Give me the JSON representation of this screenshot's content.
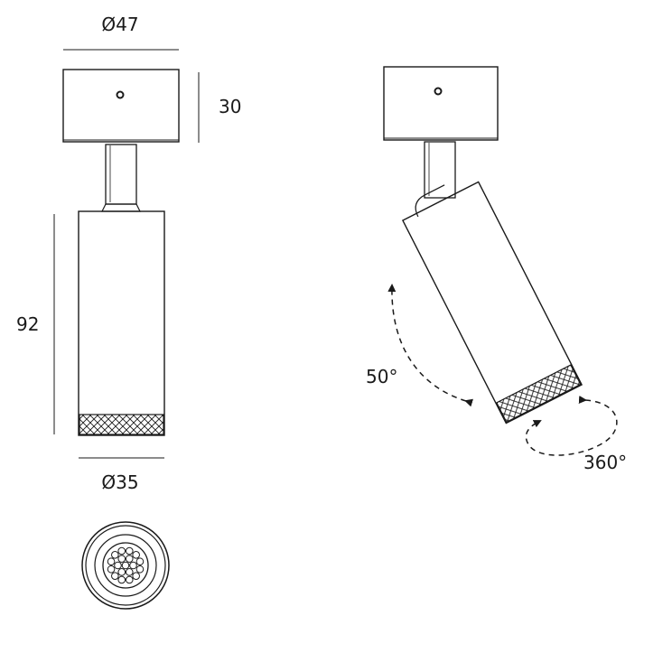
{
  "dimensions": {
    "top_diameter": "Ø47",
    "base_height": "30",
    "body_height": "92",
    "bottom_diameter": "Ø35"
  },
  "adjustments": {
    "tilt": "50°",
    "rotation": "360°"
  },
  "colors": {
    "line": "#1a1a1a",
    "background": "#ffffff"
  }
}
